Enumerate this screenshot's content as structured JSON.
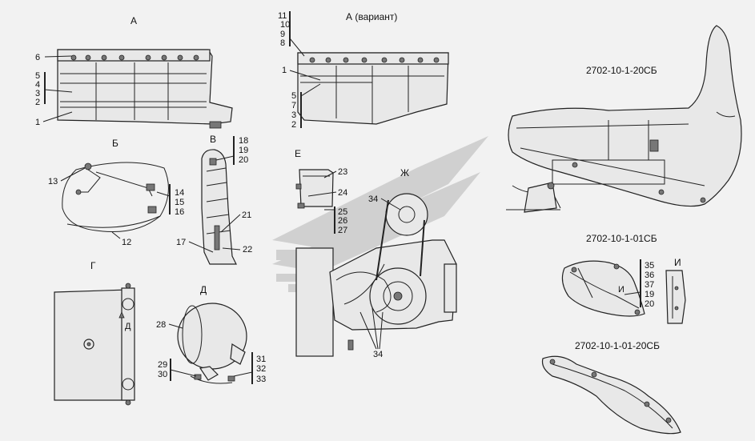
{
  "views": {
    "A": {
      "title": "А",
      "labels": [
        "6",
        "5",
        "4",
        "3",
        "2",
        "1"
      ]
    },
    "A_variant": {
      "title": "А (вариант)",
      "labels": [
        "11",
        "10",
        "9",
        "8",
        "1",
        "5",
        "7",
        "3",
        "2"
      ]
    },
    "B": {
      "title": "Б",
      "labels": [
        "13",
        "14",
        "15",
        "16",
        "12"
      ]
    },
    "V": {
      "title": "В",
      "labels": [
        "18",
        "19",
        "20",
        "21",
        "17",
        "22"
      ]
    },
    "E": {
      "title": "Е",
      "labels": [
        "23",
        "24",
        "25",
        "26",
        "27"
      ]
    },
    "Zh": {
      "title": "Ж",
      "labels": [
        "34",
        "34"
      ]
    },
    "G": {
      "title": "Г",
      "arrow_label": "Д"
    },
    "D": {
      "title": "Д",
      "labels": [
        "28",
        "29",
        "30",
        "31",
        "32",
        "33"
      ]
    },
    "I": {
      "title": "И",
      "labels": [
        "35",
        "36",
        "37",
        "19",
        "20"
      ],
      "inner": "И"
    }
  },
  "codes": {
    "seat_full": "2702-10-1-20СБ",
    "seat_small": "2702-10-1-01СБ",
    "seat_panel": "2702-10-1-01-20СБ"
  },
  "colors": {
    "line": "#222222",
    "watermark": "#c9c9c9",
    "background": "#f2f2f2"
  }
}
